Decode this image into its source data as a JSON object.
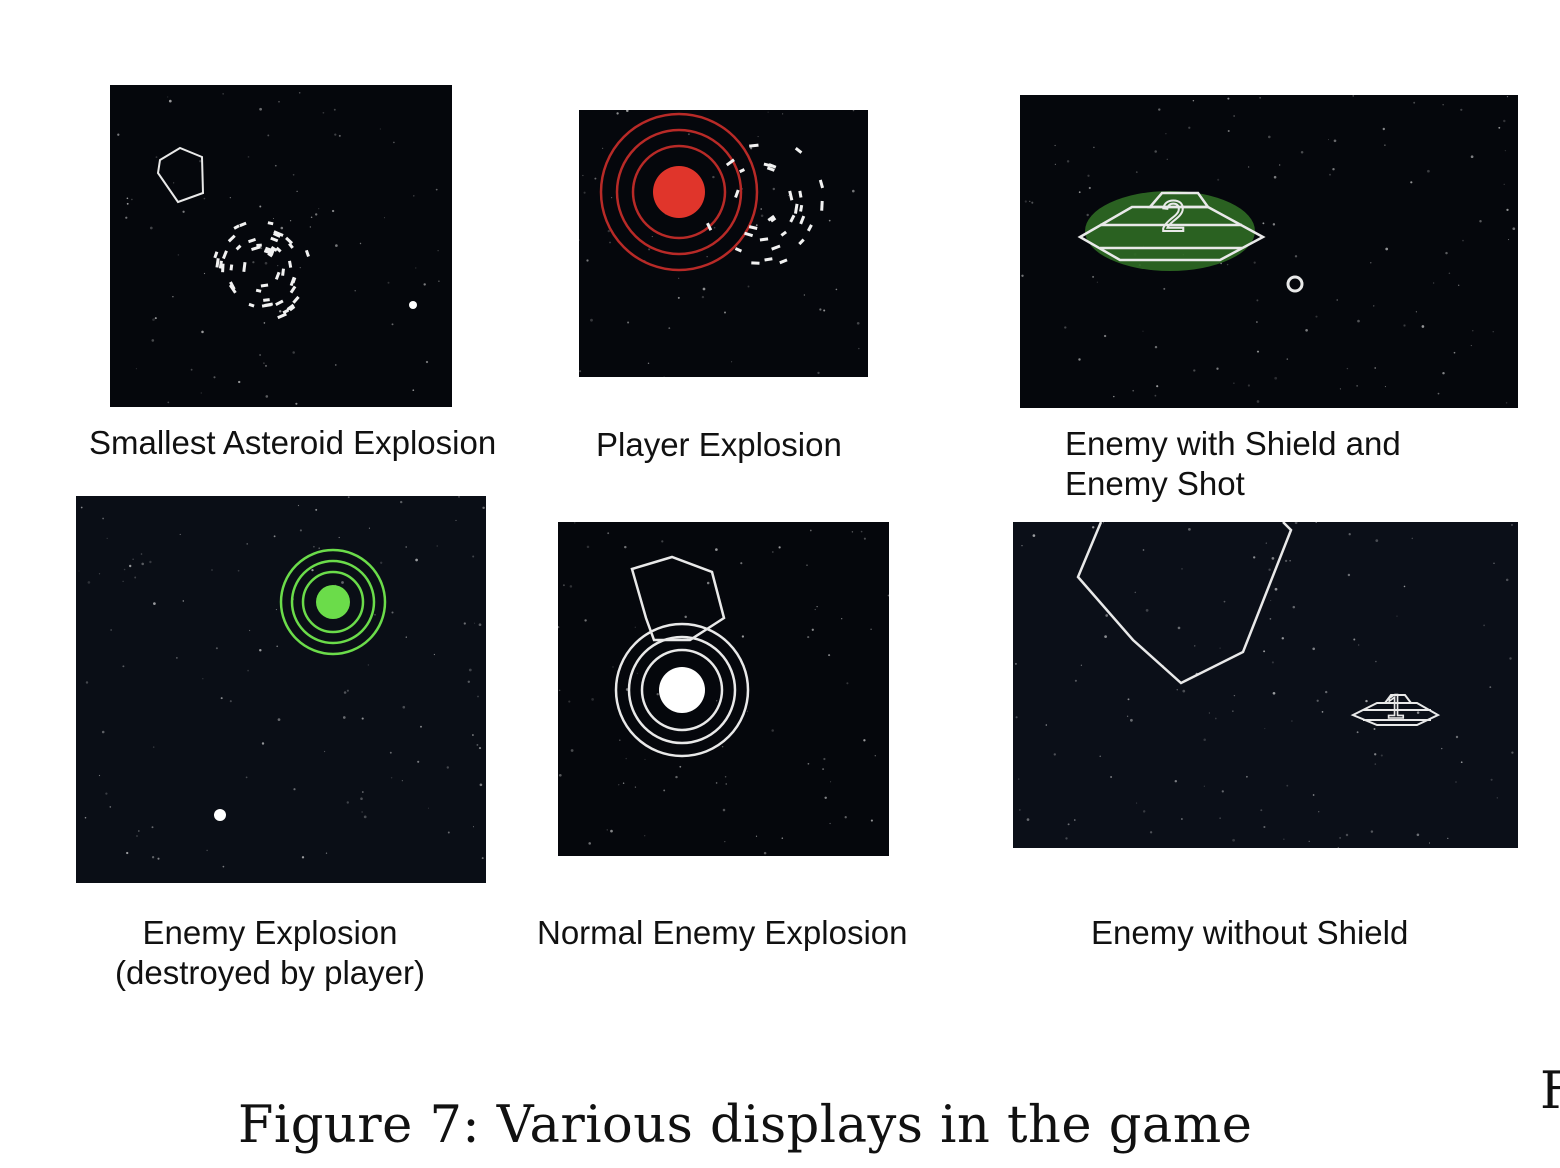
{
  "figure": {
    "caption": "Figure 7: Various displays in the game",
    "edge_glyph": "F"
  },
  "panels": [
    {
      "caption_lines": [
        "Smallest Asteroid Explosion"
      ]
    },
    {
      "caption_lines": [
        "Player Explosion"
      ]
    },
    {
      "caption_lines": [
        "Enemy with Shield and",
        "Enemy Shot"
      ],
      "enemy_number": "2"
    },
    {
      "caption_lines": [
        "Enemy Explosion",
        "(destroyed by player)"
      ]
    },
    {
      "caption_lines": [
        "Normal Enemy Explosion"
      ]
    },
    {
      "caption_lines": [
        "Enemy without Shield"
      ],
      "enemy_number": "1"
    }
  ],
  "colors": {
    "space": "#05070c",
    "player_explosion": "#e0352b",
    "enemy_explosion": "#6bdc4a",
    "shield": "#2f6b23",
    "line": "#e9e9e9"
  }
}
